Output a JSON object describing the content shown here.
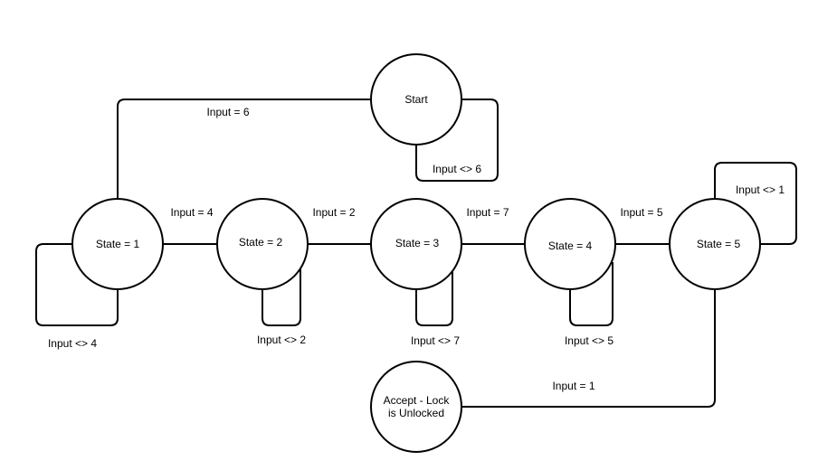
{
  "colors": {
    "stroke": "#000000",
    "fill": "#ffffff",
    "text": "#000000"
  },
  "nodes": {
    "start": "Start",
    "s1": "State = 1",
    "s2": "State = 2",
    "s3": "State = 3",
    "s4": "State = 4",
    "s5": "State = 5",
    "accept_line1": "Accept - Lock",
    "accept_line2": "is Unlocked"
  },
  "edges": {
    "start_to_s1": "Input = 6",
    "start_self": "Input <> 6",
    "s1_to_s2": "Input = 4",
    "s1_self": "Input <> 4",
    "s2_to_s3": "Input = 2",
    "s2_self": "Input <> 2",
    "s3_to_s4": "Input = 7",
    "s3_self": "Input <> 7",
    "s4_to_s5": "Input = 5",
    "s4_self": "Input <> 5",
    "s5_self": "Input <> 1",
    "s5_to_accept": "Input = 1"
  }
}
